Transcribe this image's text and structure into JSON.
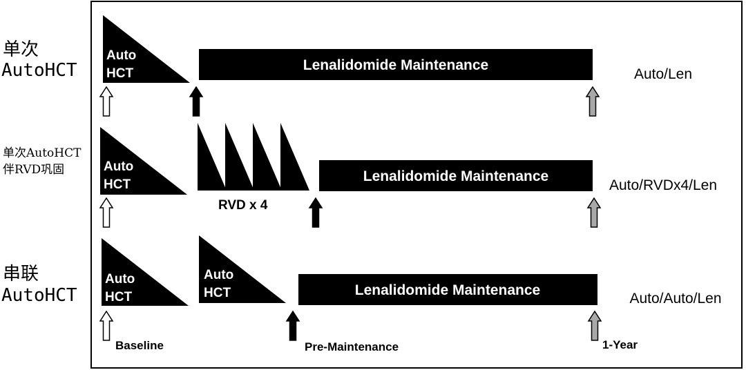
{
  "rows": [
    {
      "label_line1": "单次",
      "label_line2": "AutoHCT",
      "arm_label": "Auto/Len",
      "auto_block_1": "Auto",
      "auto_block_1b": "HCT",
      "maintenance": "Lenalidomide Maintenance"
    },
    {
      "label_line1": "单次AutoHCT",
      "label_line2": "伴RVD巩固",
      "arm_label": "Auto/RVDx4/Len",
      "auto_block_1": "Auto",
      "auto_block_1b": "HCT",
      "rvd_label": "RVD x 4",
      "maintenance": "Lenalidomide Maintenance"
    },
    {
      "label_line1": "串联",
      "label_line2": "AutoHCT",
      "arm_label": "Auto/Auto/Len",
      "auto_block_1": "Auto",
      "auto_block_1b": "HCT",
      "auto_block_2": "Auto",
      "auto_block_2b": "HCT",
      "maintenance": "Lenalidomide Maintenance"
    }
  ],
  "timepoints": {
    "baseline": "Baseline",
    "pre_maintenance": "Pre-Maintenance",
    "one_year": "1-Year"
  },
  "colors": {
    "block": "#000000",
    "arrow_open": "#ffffff",
    "arrow_solid": "#000000",
    "arrow_grey": "#a8a8a8"
  }
}
